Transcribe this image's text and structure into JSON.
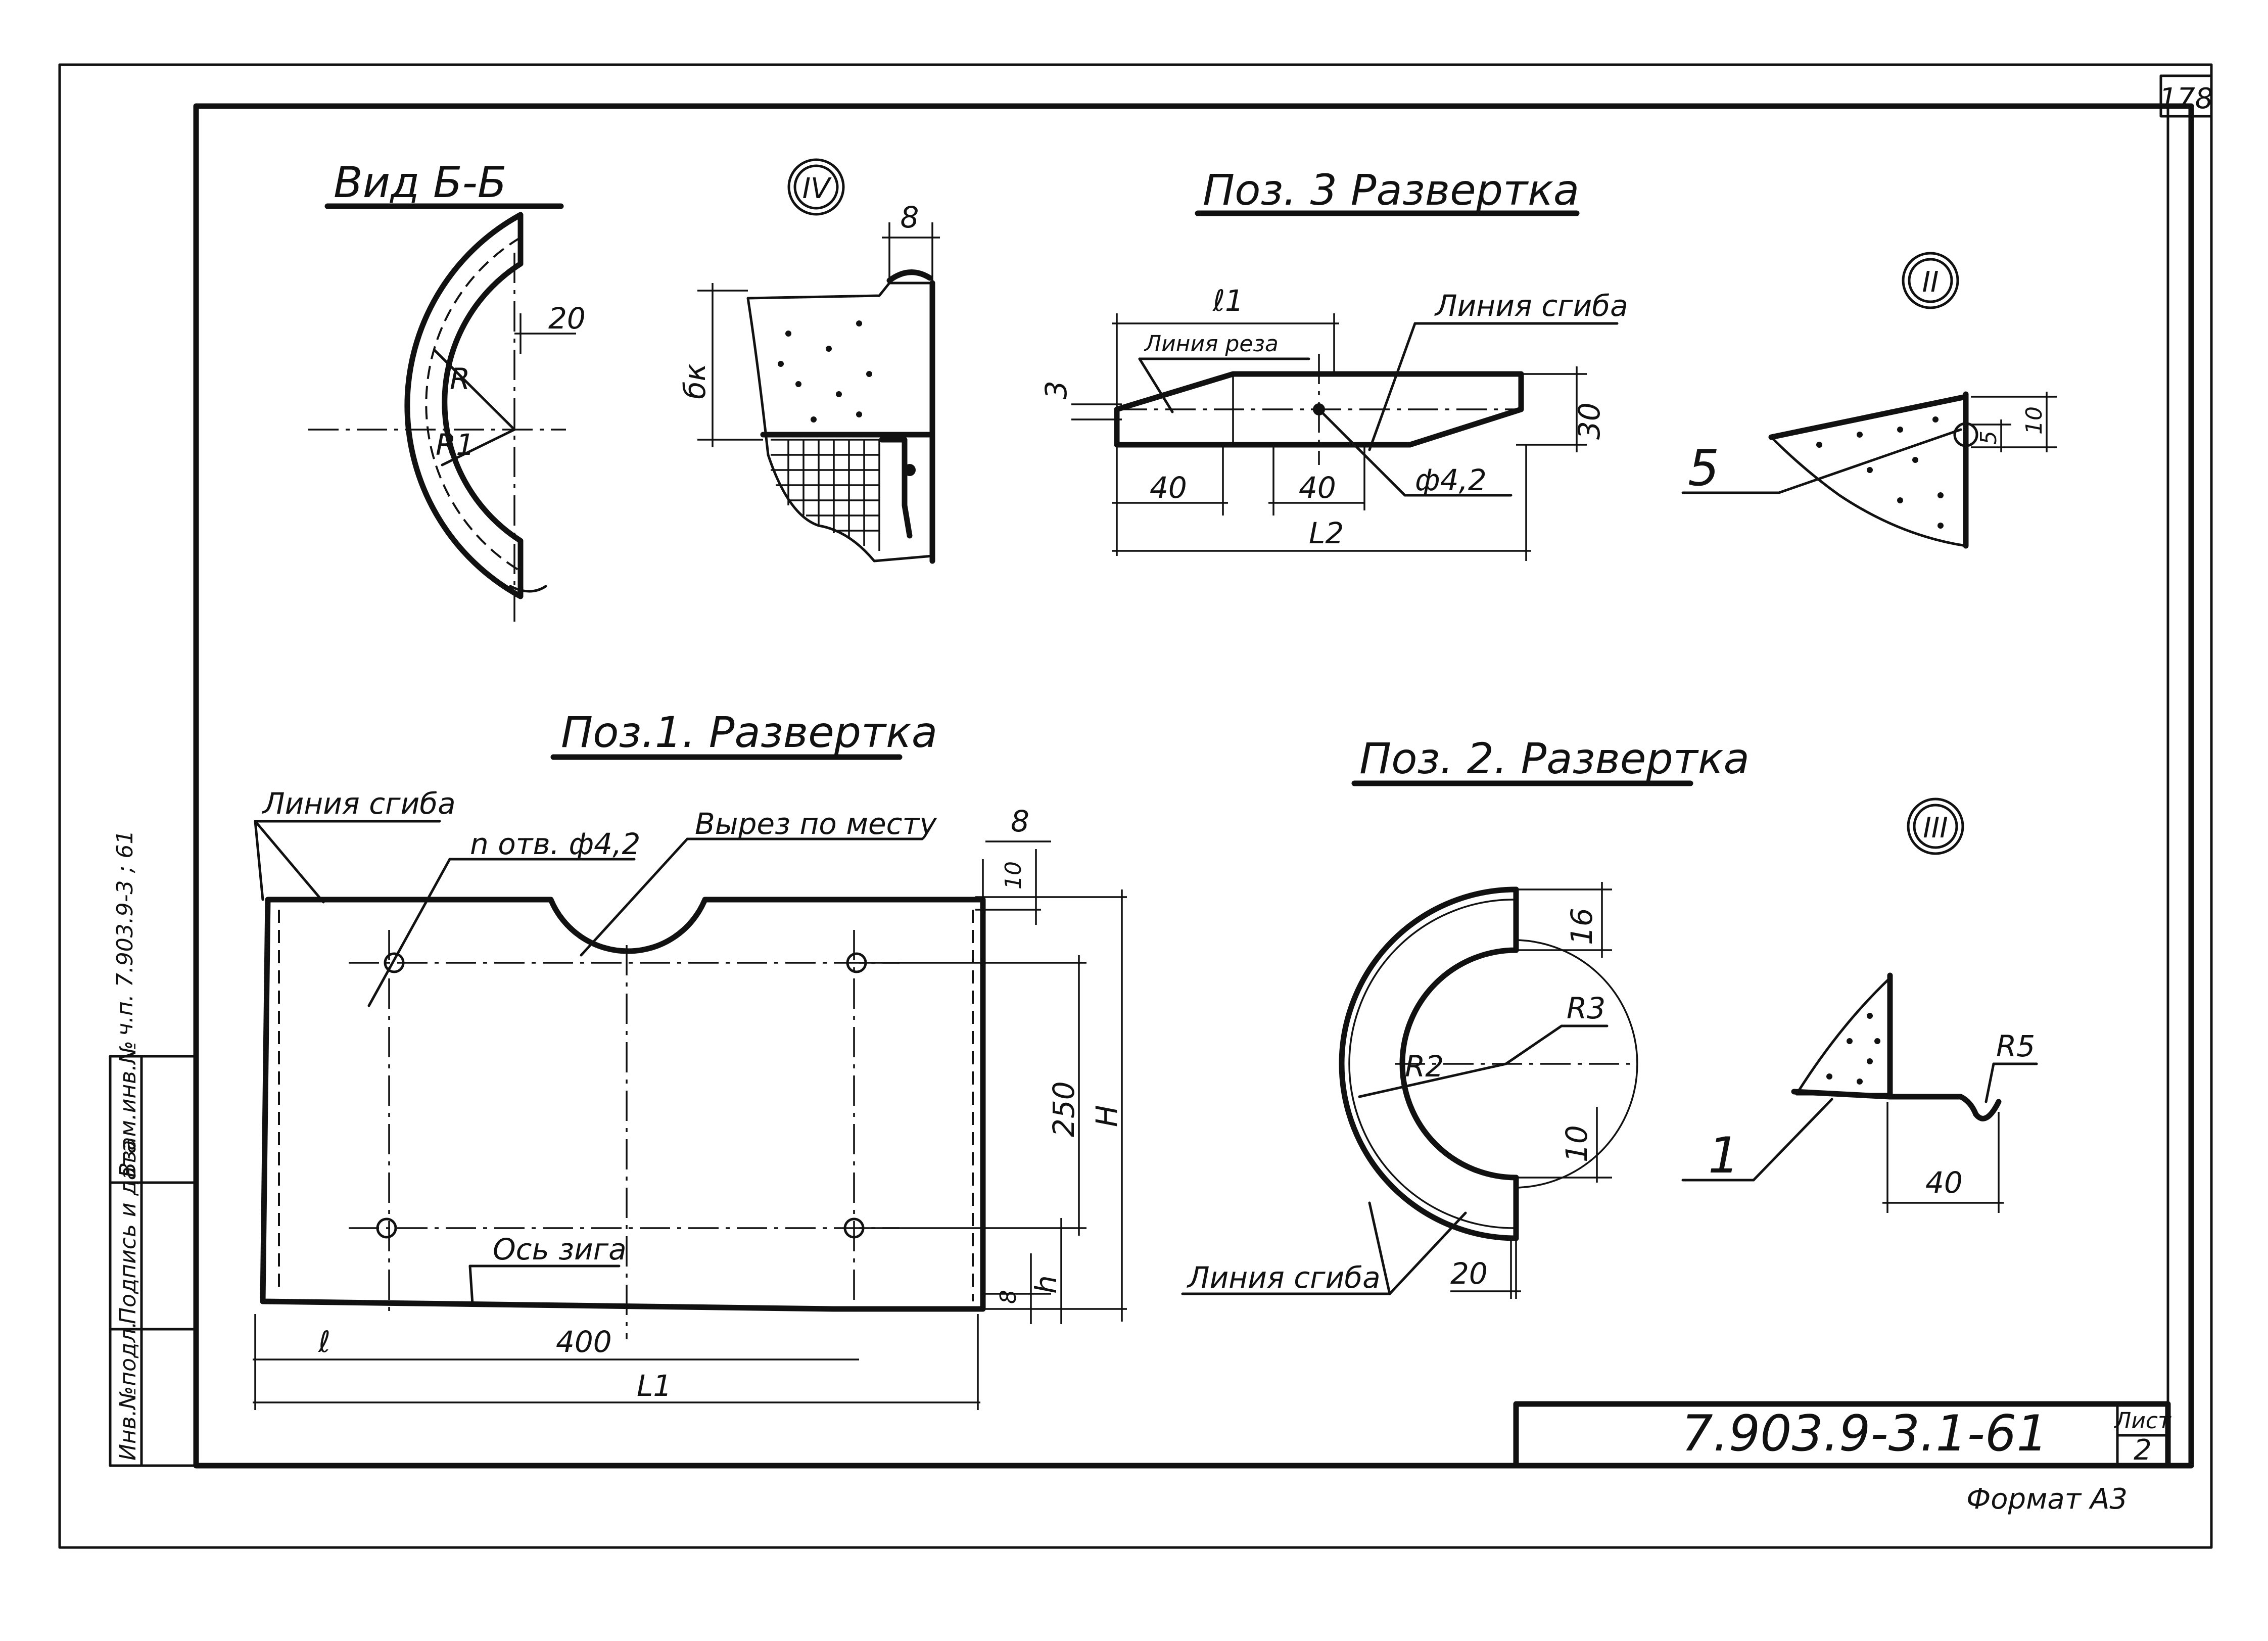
{
  "sheet": {
    "page_number": "178",
    "designation": "7.903.9-3.1-61",
    "sheet_label": "Лист",
    "sheet_number": "2",
    "format": "Формат А3",
    "side_code": "ч.п. 7.903.9-3 ; 61",
    "stamp": {
      "inv_no": "Инв.№подл.",
      "sign_date": "Подпись и дата",
      "vzam_inv": "Взам.инв.№"
    }
  },
  "views": {
    "vid_bb": {
      "title": "Вид Б-Б",
      "dim_20": "20",
      "label_r": "R",
      "label_r1": "R1"
    },
    "node_iv": {
      "marker": "IV",
      "dim_8": "8",
      "dim_bk": "бк"
    },
    "poz3": {
      "title": "Поз. 3 Развертка",
      "label_l1": "ℓ1",
      "label_bend_line": "Линия сгиба",
      "label_cut_line": "Линия реза",
      "dim_3": "3",
      "dim_30": "30",
      "dim_40_left": "40",
      "dim_40_mid": "40",
      "hole": "ф4,2",
      "label_l2": "L2"
    },
    "node_ii": {
      "marker": "II",
      "leader": "5",
      "dim_5": "5",
      "dim_10": "10"
    },
    "poz1": {
      "title": "Поз.1. Развертка",
      "label_bend_line": "Линия сгиба",
      "holes": "n отв. ф4,2",
      "cutout": "Вырез по месту",
      "dim_8_top": "8",
      "dim_10": "10",
      "dim_250": "250",
      "dim_h_upper": "H",
      "axis_label": "Ось зига",
      "dim_8_bottom": "8",
      "dim_h_lower": "h",
      "dim_l": "ℓ",
      "dim_400": "400",
      "dim_l1": "L1"
    },
    "poz2": {
      "title": "Поз. 2. Развертка",
      "dim_16": "16",
      "label_r3": "R3",
      "label_r2": "R2",
      "dim_10": "10",
      "label_bend_line": "Линия сгиба",
      "dim_20": "20"
    },
    "node_iii": {
      "marker": "III",
      "label_r5": "R5",
      "leader": "1",
      "dim_40": "40"
    }
  }
}
